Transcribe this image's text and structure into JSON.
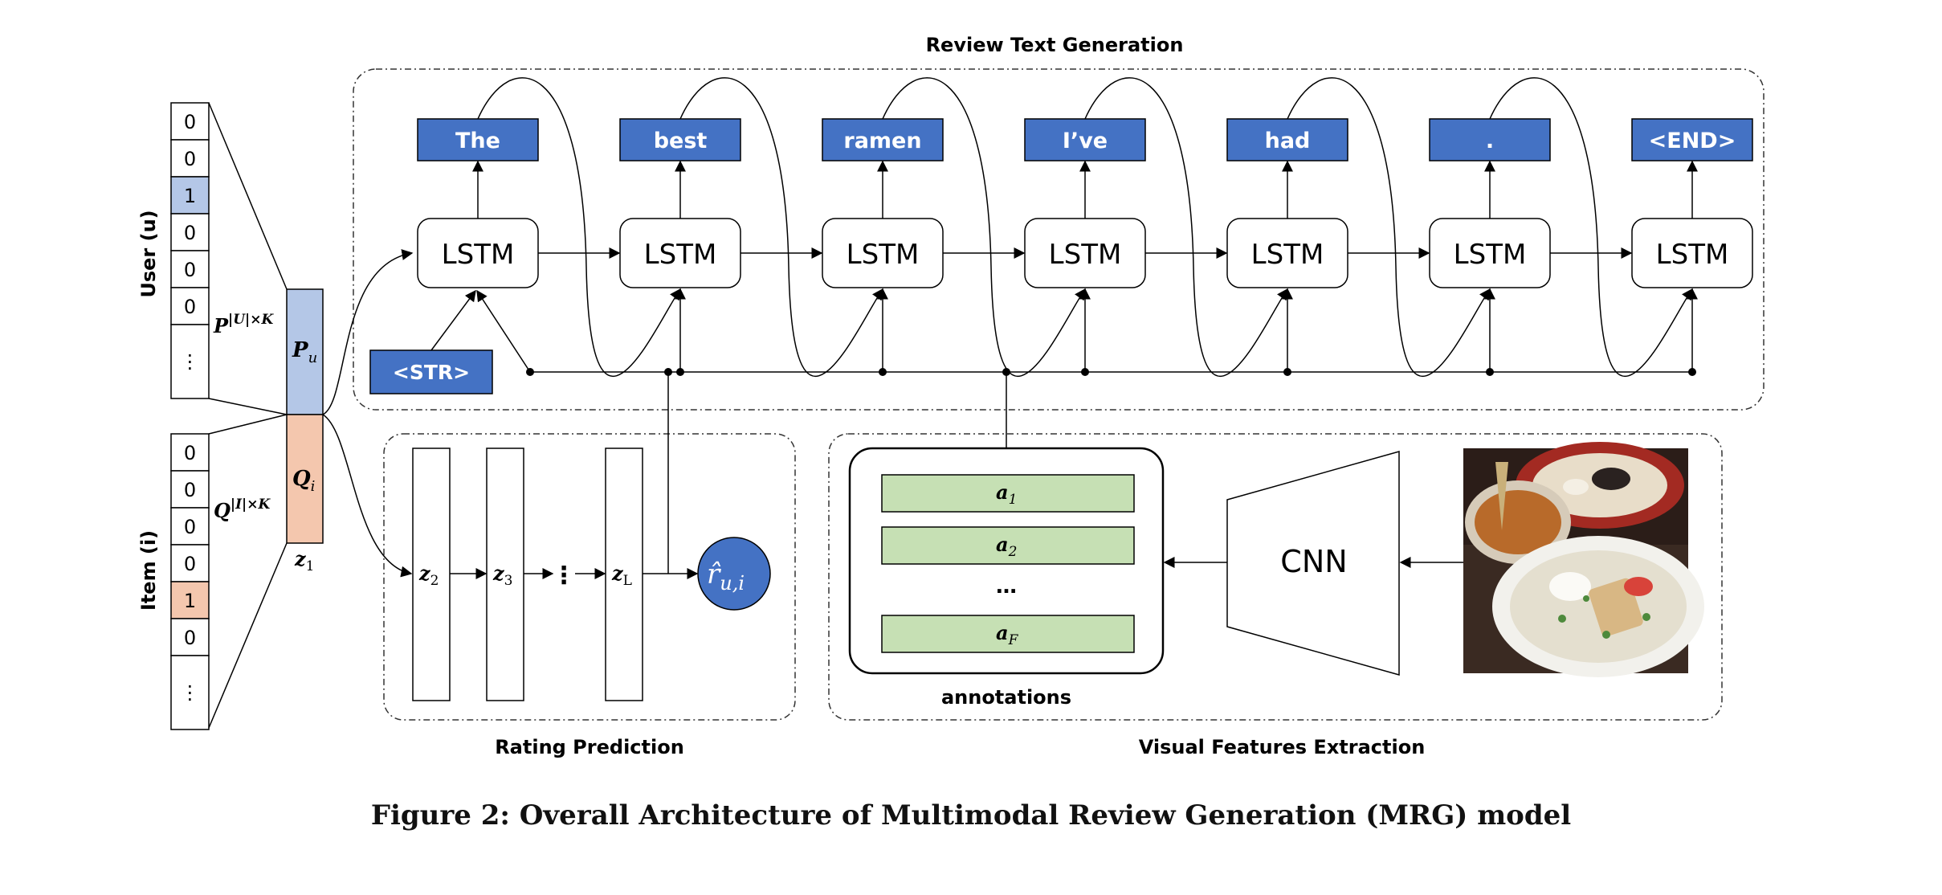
{
  "sections": {
    "review_text_generation": "Review Text Generation",
    "rating_prediction": "Rating Prediction",
    "visual_features_extraction": "Visual Features Extraction",
    "annotations": "annotations"
  },
  "words": [
    "The",
    "best",
    "ramen",
    "I’ve",
    "had",
    ".",
    "<END>"
  ],
  "start_token": "<STR>",
  "lstm_label": "LSTM",
  "cnn_label": "CNN",
  "user": {
    "axis_label": "User (u)",
    "cells": [
      "0",
      "0",
      "1",
      "0",
      "0",
      "0",
      "⋮"
    ],
    "matrix_base": "P",
    "matrix_sup": "|U|×K",
    "embedding_base": "P",
    "embedding_sub": "u"
  },
  "item": {
    "axis_label": "Item (i)",
    "cells": [
      "0",
      "0",
      "0",
      "0",
      "1",
      "0",
      "⋮"
    ],
    "matrix_base": "Q",
    "matrix_sup": "|I|×K",
    "embedding_base": "Q",
    "embedding_sub": "i"
  },
  "z1": {
    "base": "z",
    "sub": "1"
  },
  "layers": [
    {
      "base": "z",
      "sub": "2"
    },
    {
      "base": "z",
      "sub": "3"
    },
    {
      "base": "z",
      "sub": "L"
    }
  ],
  "layer_ellipsis": "⋮",
  "rating": {
    "base": "r̂",
    "sub": "u,i"
  },
  "annotation_items": [
    {
      "base": "a",
      "sub": "1"
    },
    {
      "base": "a",
      "sub": "2"
    },
    {
      "base": "…",
      "sub": ""
    },
    {
      "base": "a",
      "sub": "F"
    }
  ],
  "caption": "Figure 2: Overall Architecture of Multimodal Review Generation (MRG) model",
  "colors": {
    "word_box": "#4472c4",
    "user_highlight": "#b4c7e7",
    "item_highlight": "#f4c7ae",
    "annotation_fill": "#c6e0b4",
    "rating_circle": "#4472c4"
  }
}
